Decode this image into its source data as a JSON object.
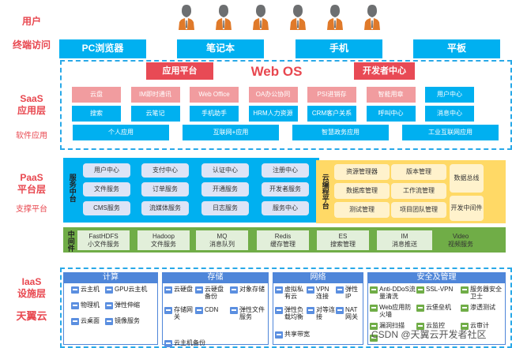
{
  "left_labels": {
    "users": "用户",
    "terminal": "终端访问",
    "saas_1": "SaaS",
    "saas_2": "应用层",
    "saas_sub": "软件应用",
    "paas_1": "PaaS",
    "paas_2": "平台层",
    "paas_sub": "支撑平台",
    "iaas_1": "IaaS",
    "iaas_2": "设施层",
    "iaas_sub": "天翼云"
  },
  "terminals": [
    "PC浏览器",
    "笔记本",
    "手机",
    "平板"
  ],
  "saas": {
    "title": "Web OS",
    "app_platform": "应用平台",
    "dev_center": "开发者中心",
    "row1": [
      "云盘",
      "IM即时通讯",
      "Web Office",
      "OA办公协同",
      "PSI进销存",
      "智能用章",
      "用户中心"
    ],
    "row2": [
      "搜索",
      "云笔记",
      "手机助手",
      "HRM人力资源",
      "CRM客户关系",
      "呼叫中心",
      "消息中心"
    ],
    "row3": [
      "个人应用",
      "互联网+应用",
      "智慧政务应用",
      "工业互联网应用"
    ]
  },
  "paas": {
    "service_label": "服务中台",
    "services": [
      "用户中心",
      "支付中心",
      "认证中心",
      "注册中心",
      "文件服务",
      "订单服务",
      "开通服务",
      "开发者服务",
      "CMS服务",
      "流媒体服务",
      "日志服务",
      "服务中心"
    ],
    "cloud_label": "云编程平台",
    "cloud": [
      "资源管理器",
      "版本管理",
      "数据库管理",
      "工作流管理",
      "测试管理",
      "项目团队管理"
    ],
    "data_bus": "数据总线",
    "dev_middleware": "开发中间件",
    "mw_label": "中间件",
    "middleware": [
      {
        "name": "FastHDFS",
        "desc": "小文件服务"
      },
      {
        "name": "Hadoop",
        "desc": "文件服务"
      },
      {
        "name": "MQ",
        "desc": "消息队列"
      },
      {
        "name": "Redis",
        "desc": "缓存管理"
      },
      {
        "name": "ES",
        "desc": "搜索管理"
      },
      {
        "name": "IM",
        "desc": "消息推送"
      },
      {
        "name": "Video",
        "desc": "视频服务"
      }
    ]
  },
  "iaas": {
    "compute": {
      "title": "计算",
      "items": [
        "云主机",
        "GPU云主机",
        "物理机",
        "弹性伸缩",
        "云桌面",
        "镜像服务"
      ]
    },
    "storage": {
      "title": "存储",
      "items": [
        "云硬盘",
        "云硬盘备份",
        "对象存储",
        "存储网关",
        "CDN",
        "弹性文件服务",
        "云主机备份"
      ]
    },
    "network": {
      "title": "网络",
      "items": [
        "虚拟私有云",
        "VPN连接",
        "弹性IP",
        "弹性负载均衡",
        "对等连接",
        "NAT网关",
        "共享带宽"
      ]
    },
    "security": {
      "title": "安全及管理",
      "items": [
        "Anti-DDoS流量清洗",
        "SSL-VPN",
        "服务器安全卫士",
        "Web应用防火墙",
        "云堡垒机",
        "渗透测试",
        "漏洞扫描",
        "云监控",
        "云审计"
      ]
    }
  },
  "watermark": "CSDN @天翼云开发者社区",
  "colors": {
    "label_red": "#e8474f",
    "cyan": "#00b0f0",
    "pink": "#f19c9f",
    "green": "#70ad47",
    "yellow": "#ffd966",
    "panel_blue": "#4f86d9"
  }
}
